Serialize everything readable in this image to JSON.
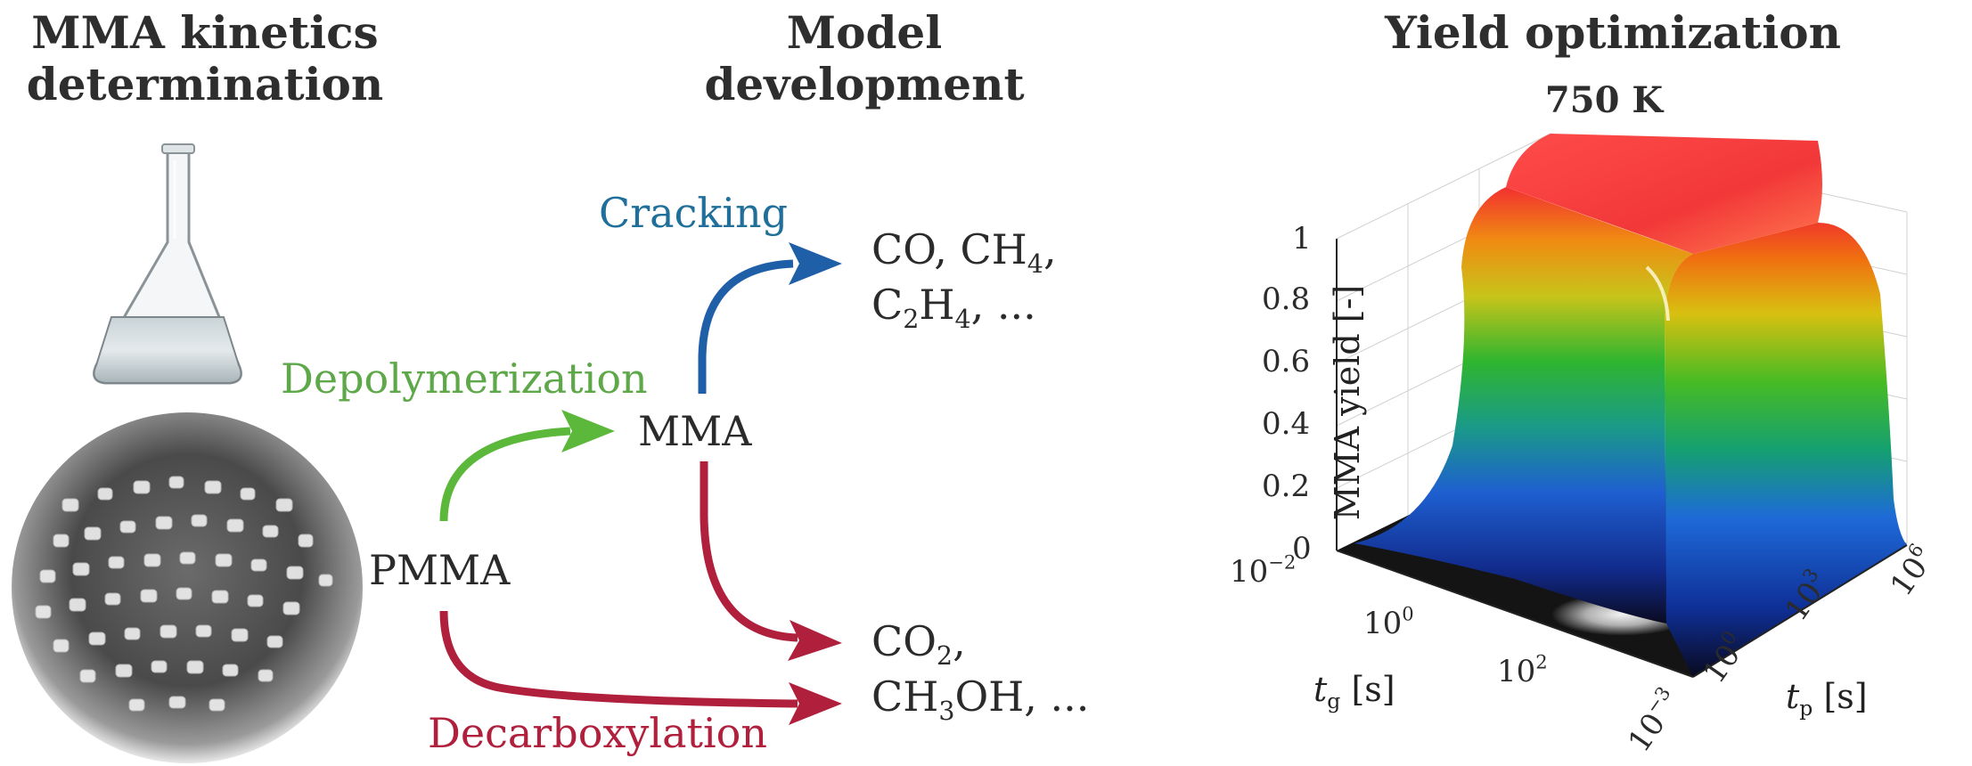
{
  "columns": {
    "kinetics": {
      "line1": "MMA kinetics",
      "line2": "determination"
    },
    "model": {
      "line1": "Model",
      "line2": "development"
    },
    "yield": {
      "title": "Yield optimization",
      "temperature": "750 K"
    }
  },
  "scheme": {
    "reactant": "PMMA",
    "monomer": "MMA",
    "paths": {
      "depolymerization": "Depolymerization",
      "cracking": "Cracking",
      "decarboxylation": "Decarboxylation"
    },
    "cracking_products": {
      "co": "CO, CH",
      "ch4_sub": "4",
      "tail": ",",
      "c2": "C",
      "c2_sub1": "2",
      "h": "H",
      "c2_sub2": "4",
      "rest": ", ..."
    },
    "decarbox_products": {
      "co2": "CO",
      "co2_sub": "2",
      "comma": ",",
      "ch3": "CH",
      "ch3_sub": "3",
      "oh": "OH, ..."
    },
    "colors": {
      "green": "#5cb83a",
      "blue": "#1f5fa8",
      "red": "#b0203c",
      "cracking_text": "#1f6f9a",
      "depoly_text": "#5ea84a",
      "decarbox_text": "#b0203c"
    }
  },
  "plot": {
    "z_label": "MMA yield [-]",
    "z_ticks": [
      "0",
      "0.2",
      "0.4",
      "0.6",
      "0.8",
      "1"
    ],
    "tg_axis": {
      "symbol": "t",
      "sub": "g",
      "unit": "[s]",
      "ticks": [
        {
          "base": "10",
          "exp": "−2"
        },
        {
          "base": "10",
          "exp": "0"
        },
        {
          "base": "10",
          "exp": "2"
        }
      ]
    },
    "tp_axis": {
      "symbol": "t",
      "sub": "p",
      "unit": "[s]",
      "ticks": [
        {
          "base": "10",
          "exp": "−3"
        },
        {
          "base": "10",
          "exp": "0"
        },
        {
          "base": "10",
          "exp": "3"
        },
        {
          "base": "10",
          "exp": "6"
        }
      ]
    }
  }
}
